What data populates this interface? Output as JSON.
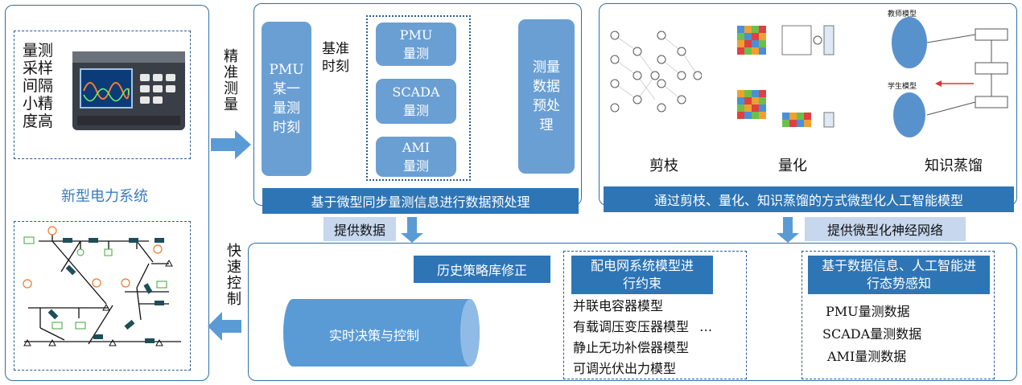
{
  "colors": {
    "accent": "#2e75b6",
    "box": "#6a9fd4",
    "tag": "#c6d7ee",
    "arrow": "#5b9bd5",
    "text_blue": "#3a7bbf"
  },
  "left": {
    "device_caption": "量测采样间隔小精度高",
    "system_title": "新型电力系统"
  },
  "arrows": {
    "precise_measure": "精准测量",
    "fast_control": "快速控制",
    "base_time": "基准时刻"
  },
  "top_middle": {
    "pmu_time": "PMU某一量测时刻",
    "pmu_measure": [
      "PMU",
      "量测"
    ],
    "scada_measure": [
      "SCADA",
      "量测"
    ],
    "ami_measure": [
      "AMI",
      "量测"
    ],
    "preprocess": "测量数据预处理",
    "banner": "基于微型同步量测信息进行数据预处理"
  },
  "top_right": {
    "pruning": "剪枝",
    "quantization": "量化",
    "distillation": "知识蒸馏",
    "teacher": "教师模型",
    "student": "学生模型",
    "banner": "通过剪枝、量化、知识蒸馏的方式微型化人工智能模型"
  },
  "tags": {
    "provide_data": "提供数据",
    "provide_network": "提供微型化神经网络"
  },
  "bottom": {
    "history": "历史策略库修正",
    "realtime": "实时决策与控制",
    "model_title": "配电网系统模型进行约束",
    "models": [
      "并联电容器模型",
      "有载调压变压器模型",
      "静止无功补偿器模型",
      "可调光伏出力模型"
    ],
    "ellipsis": "…",
    "awareness_title": "基于数据信息、人工智能进行态势感知",
    "data_items": [
      "PMU量测数据",
      "SCADA量测数据",
      "AMI量测数据"
    ]
  }
}
